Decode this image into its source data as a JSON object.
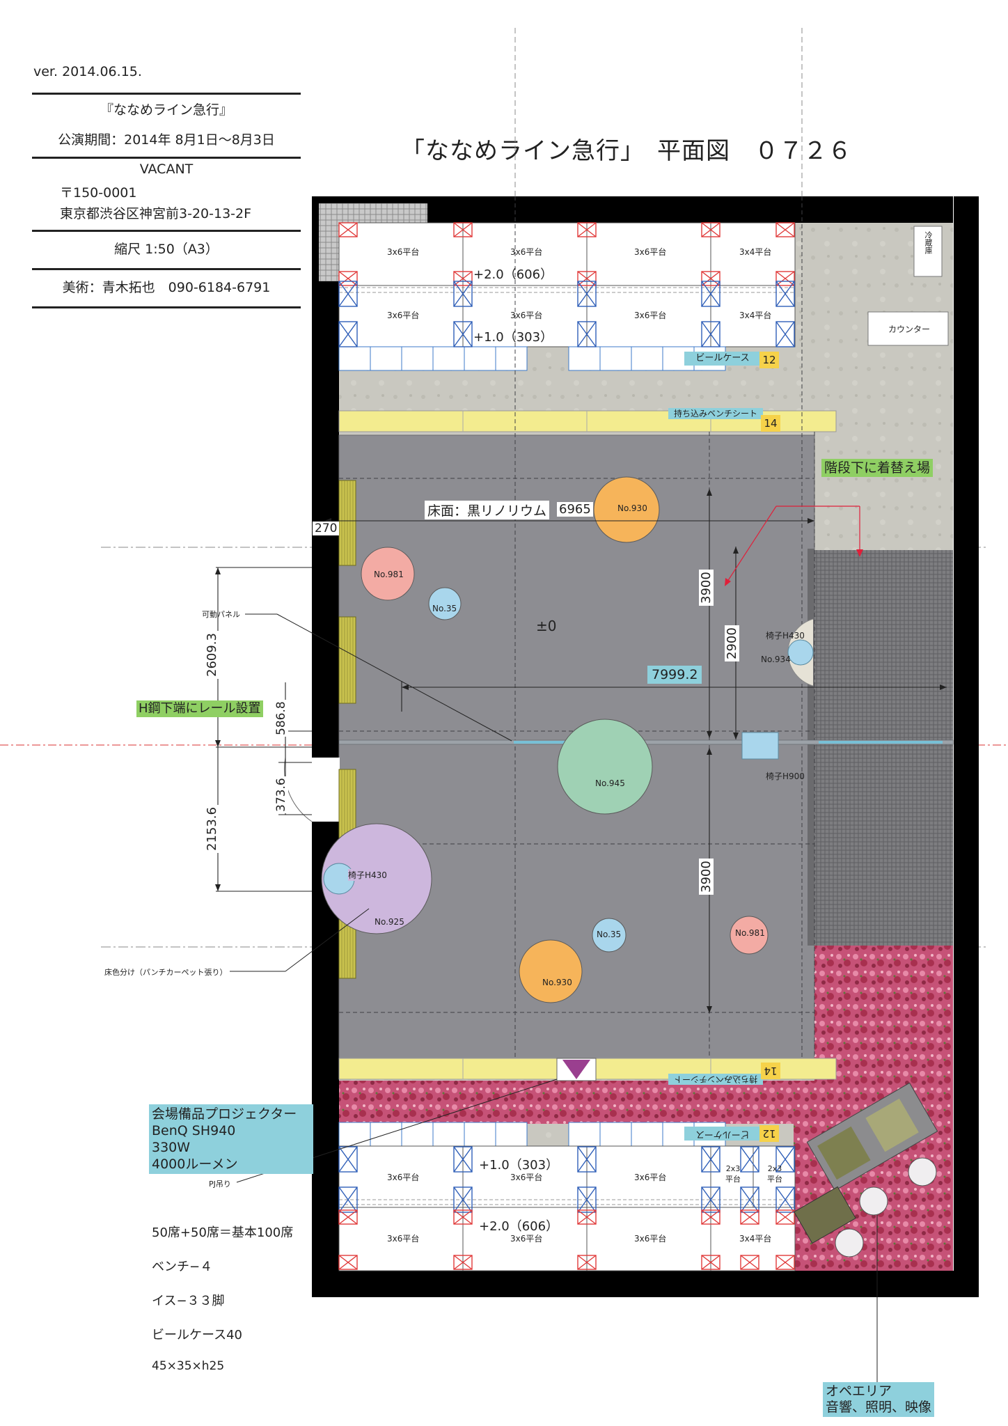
{
  "header": {
    "version": "ver. 2014.06.15.",
    "production": "『ななめライン急行』",
    "period": "公演期間：2014年 8月1日〜8月3日",
    "venue_name": "VACANT",
    "postal": "〒150-0001",
    "address": "東京都渋谷区神宮前3-20-13-2F",
    "scale": "縮尺 1:50（A3）",
    "designer": "美術：青木拓也　090-6184-6791"
  },
  "title": "「ななめライン急行」　平面図　０７２６",
  "stage": {
    "platform_3x6": "3x6平台",
    "platform_3x4": "3x4平台",
    "platform_2x3": "2x3平台",
    "level_top_high": "+2.0（606）",
    "level_top_low": "+1.0（303）",
    "level_bottom_low": "+1.0（303）",
    "level_bottom_high": "+2.0（606）",
    "beer_case": "ビールケース",
    "beer_case_count": "12",
    "bench_seat": "持ち込みベンチシート",
    "bench_count": "14",
    "refrigerator": "冷蔵庫",
    "counter": "カウンター",
    "dressing_area": "階段下に着替え場",
    "floor_label": "床面：黒リノリウム",
    "floor_width": "6965",
    "wall_offset": "270",
    "zero_level": "±0",
    "span_7999": "7999.2",
    "dim_3900_top": "3900",
    "dim_2900": "2900",
    "dim_3900_bottom": "3900",
    "dim_2609": "2609.3",
    "dim_586": "586.8",
    "dim_373": "373.6",
    "dim_2153": "2153.6",
    "movable_panel": "可動パネル",
    "rail_note": "H鋼下端にレール設置",
    "floor_divider": "床色分け（パンチカーペット張り）",
    "pj_mount": "PJ吊り",
    "chair_h430_a": "椅子H430",
    "chair_h430_b": "椅子H430",
    "chair_h900": "椅子H900"
  },
  "circles": [
    {
      "label": "No.930",
      "color": "#f6b45a"
    },
    {
      "label": "No.981",
      "color": "#f3aba4"
    },
    {
      "label": "No.35",
      "color": "#a9d6ec"
    },
    {
      "label": "No.934",
      "color": "#e6e2d6"
    },
    {
      "label": "No.945",
      "color": "#9fd1b4"
    },
    {
      "label": "No.925",
      "color": "#cdb7dd"
    },
    {
      "label": "No.35",
      "color": "#a9d6ec"
    },
    {
      "label": "No.981",
      "color": "#f3aba4"
    },
    {
      "label": "No.930",
      "color": "#f6b45a"
    }
  ],
  "projector": {
    "line1": "会場備品プロジェクター",
    "line2": "BenQ SH940",
    "line3": "330W",
    "line4": "4000ルーメン"
  },
  "summary": {
    "seats": "50席+50席＝基本100席",
    "benches": "ベンチ−４",
    "chairs": "イス−３３脚",
    "beer_cases": "ビールケース40",
    "case_size": "45×35×h25"
  },
  "operation": {
    "line1": "オペエリア",
    "line2": "音響、照明、映像"
  },
  "colors": {
    "wall": "#000000",
    "floor": "#8d8d92",
    "concrete": "#c9c8c0",
    "bench": "#f3ec8f",
    "label_bg": "#8ed0dc",
    "note_bg": "#8fcf63",
    "carpet": "#c85a7c"
  }
}
